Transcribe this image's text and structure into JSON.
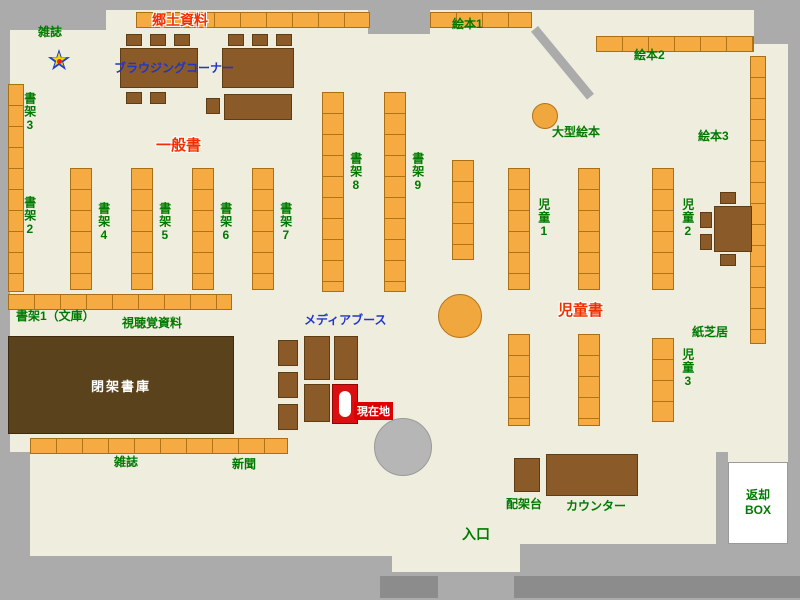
{
  "colors": {
    "floor": "#efeede",
    "wall": "#ababab",
    "shelf_orange": "#f5ab42",
    "shelf_divider": "#b27314",
    "furniture_brown": "#8a5a28",
    "closed_stacks_brown": "#5a421c",
    "highlight_red": "#dd0000",
    "label_green": "#007a00",
    "label_red": "#f13000",
    "label_blue": "#2036c8"
  },
  "icons": {
    "star": "★"
  },
  "labels": {
    "magazines_top": "雑誌",
    "local_materials": "郷土資料",
    "browsing_corner": "ブラウジングコーナー",
    "picture_books_1": "絵本1",
    "picture_books_2": "絵本2",
    "picture_books_3": "絵本3",
    "large_picture_books": "大型絵本",
    "general_books": "一般書",
    "children_books": "児童書",
    "shelf_2": "書架2",
    "shelf_3": "書架3",
    "shelf_4": "書架4",
    "shelf_5": "書架5",
    "shelf_6": "書架6",
    "shelf_7": "書架7",
    "shelf_8": "書架8",
    "shelf_9": "書架9",
    "children_1": "児童1",
    "children_2": "児童2",
    "children_3": "児童3",
    "kamishibai": "紙芝居",
    "shelf_1_bunko": "書架1（文庫）",
    "audiovisual": "視聴覚資料",
    "media_booth": "メディアブース",
    "closed_stacks": "閉架書庫",
    "current_location": "現在地",
    "magazines_bottom": "雑誌",
    "newspapers": "新聞",
    "sorting_shelf": "配架台",
    "counter": "カウンター",
    "entrance": "入口",
    "return_box_line1": "返却",
    "return_box_line2": "BOX"
  }
}
